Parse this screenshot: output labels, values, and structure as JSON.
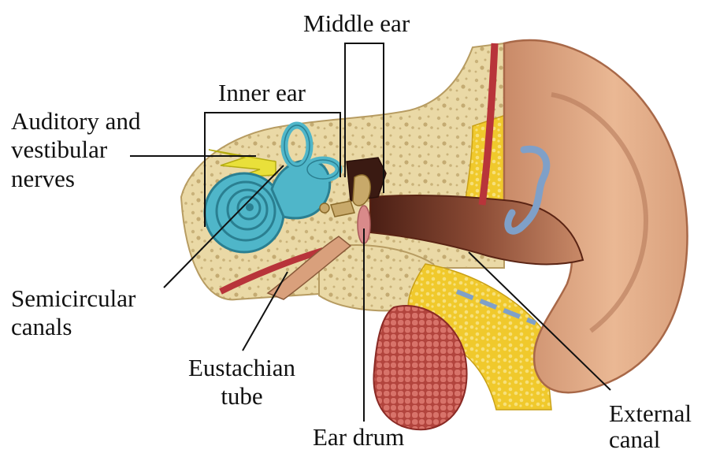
{
  "labels": {
    "middle_ear": "Middle ear",
    "inner_ear": "Inner ear",
    "auditory_line1": "Auditory and",
    "auditory_line2": "vestibular",
    "auditory_line3": "nerves",
    "semicircular_line1": "Semicircular",
    "semicircular_line2": "canals",
    "eustachian_line1": "Eustachian",
    "eustachian_line2": "tube",
    "ear_drum": "Ear drum",
    "external_line1": "External",
    "external_line2": "canal"
  },
  "colors": {
    "bone": "#ead9a6",
    "bone_dark": "#c9b27a",
    "skin": "#e8b795",
    "skin_dark": "#b57a5a",
    "canal": "#7a3a2a",
    "cochlea": "#4fb6c9",
    "nerve": "#e9e03a",
    "fat": "#f0c92c",
    "muscle": "#c95a4f",
    "vessel_red": "#b8343a",
    "vessel_blue": "#7fa0c8",
    "eardrum": "#d98a8a",
    "ossicles": "#c8a96a"
  }
}
